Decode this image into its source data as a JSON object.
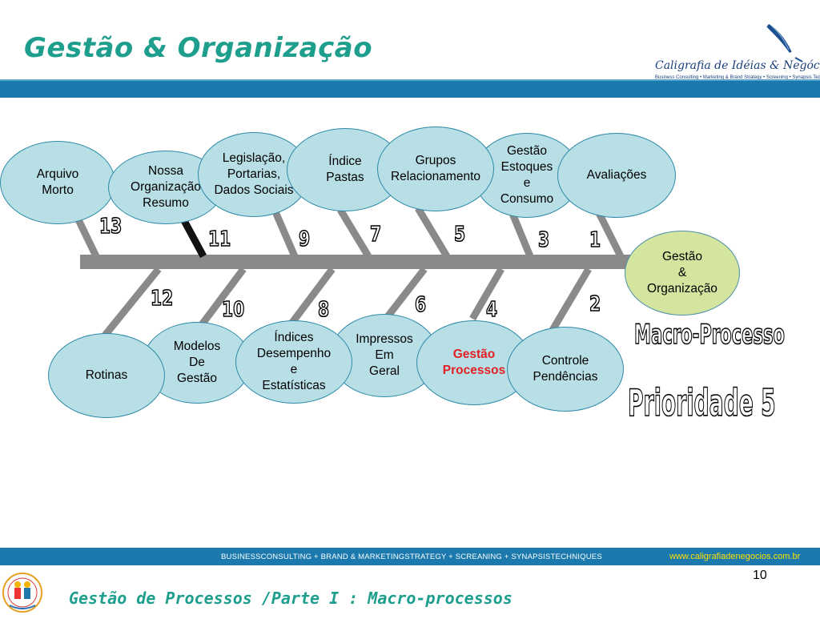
{
  "header": {
    "title": "Gestão & Organização",
    "logo_text": "Caligrafia de Idéias & Negócios ®",
    "logo_sub": "Business Consulting • Marketing & Brand Strategy • Screening • Synapsis Techniques"
  },
  "diagram": {
    "head": "Gestão\n&\nOrganização",
    "labels": [
      "Macro-Processo",
      "Prioridade 5"
    ],
    "top_nodes": [
      {
        "id": "arquivo",
        "text": "Arquivo\nMorto"
      },
      {
        "id": "nossa",
        "text": "Nossa\nOrganização\nResumo"
      },
      {
        "id": "legislacao",
        "text": "Legislação,\nPortarias,\nDados Sociais"
      },
      {
        "id": "indice",
        "text": "Índice\nPastas"
      },
      {
        "id": "grupos",
        "text": "Grupos\nRelacionamento"
      },
      {
        "id": "estoques",
        "text": "Gestão\nEstoques\ne\nConsumo"
      },
      {
        "id": "avaliacoes",
        "text": "Avaliações"
      }
    ],
    "bottom_nodes": [
      {
        "id": "rotinas",
        "text": "Rotinas"
      },
      {
        "id": "modelos",
        "text": "Modelos\nDe\nGestão"
      },
      {
        "id": "indices",
        "text": "Índices\nDesempenho\ne\nEstatísticas"
      },
      {
        "id": "impressos",
        "text": "Impressos\nEm\nGeral"
      },
      {
        "id": "gestao-processos",
        "text": "Gestão\nProcessos"
      },
      {
        "id": "controle",
        "text": "Controle\nPendências"
      }
    ],
    "numbers_top": [
      "13",
      "11",
      "9",
      "7",
      "5",
      "3",
      "1"
    ],
    "numbers_bottom": [
      "12",
      "10",
      "8",
      "6",
      "4",
      "2"
    ]
  },
  "colors": {
    "title": "#1e9e8c",
    "band": "#1b79ad",
    "node_fill": "#b9dfe6",
    "head_fill": "#d4e5a0",
    "spine": "#8a8a8a",
    "highlight_text": "#e31e24",
    "url": "#ffe000"
  },
  "footer": {
    "services": "BUSINESSCONSULTING  +   BRAND  &   MARKETINGSTRATEGY  +    SCREANING  +  SYNAPSISTECHNIQUES",
    "url": "www.caligrafiadenegocios.com.br",
    "page": "10",
    "subtitle": "Gestão de Processos /Parte I : Macro-processos"
  }
}
